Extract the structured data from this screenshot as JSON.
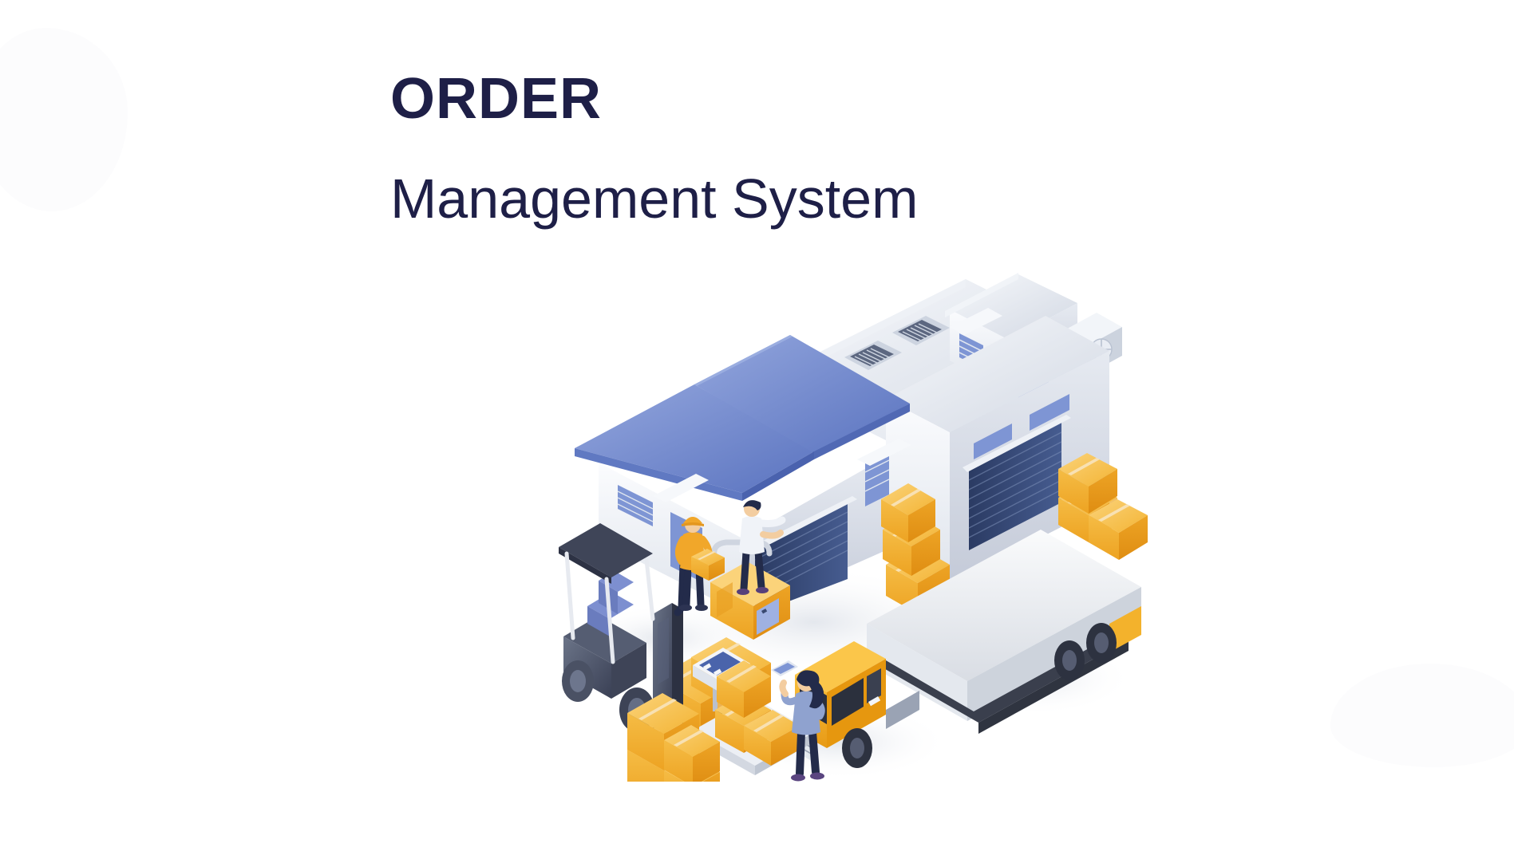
{
  "page": {
    "background_color": "#ffffff",
    "text_color": "#1e1f47"
  },
  "headings": {
    "title": "ORDER",
    "subtitle": "Management System"
  },
  "illustration": {
    "name": "isometric-warehouse-logistics-scene",
    "palette": {
      "roof_blue_light": "#8ba0d9",
      "roof_blue_dark": "#5871be",
      "wall_light": "#f3f5f9",
      "wall_mid": "#d7dce6",
      "wall_shade": "#c3c9d6",
      "door_blue": "#7e95d4",
      "shutter_dark": "#2c3d66",
      "shutter_mid": "#3d5183",
      "box_top": "#f6c košice",
      "box_gold": "#f3b32e",
      "box_orange": "#e9941b",
      "box_tape": "#f7e3bd",
      "truck_cab": "#f6b42b",
      "truck_body": "#eef0f4",
      "forklift_dark": "#4a5164",
      "forklift_blue": "#7d8fd0",
      "person_jacket": "#f1a72a",
      "person_pants": "#222a47",
      "person_shirt": "#eef1f6",
      "person_blouse": "#8fa2cf",
      "shadow": "#eceef2"
    },
    "elements": [
      {
        "name": "warehouse-building",
        "label": "Warehouse building"
      },
      {
        "name": "rooftop-room",
        "label": "Rooftop room"
      },
      {
        "name": "ac-unit",
        "label": "Air conditioning unit"
      },
      {
        "name": "roof-vent-left",
        "label": "Roof vent"
      },
      {
        "name": "roof-vent-right",
        "label": "Roof vent"
      },
      {
        "name": "garage-door-left",
        "label": "Loading bay door"
      },
      {
        "name": "garage-door-right",
        "label": "Loading bay door"
      },
      {
        "name": "side-door",
        "label": "Side door"
      },
      {
        "name": "forklift",
        "label": "Forklift with pallet of boxes"
      },
      {
        "name": "delivery-truck",
        "label": "Delivery truck"
      },
      {
        "name": "weighing-scale",
        "label": "Weighing scale with boxes"
      },
      {
        "name": "worker-hardhat",
        "label": "Worker carrying a box"
      },
      {
        "name": "worker-stacking",
        "label": "Worker stacking boxes"
      },
      {
        "name": "worker-tablet",
        "label": "Worker with tablet"
      },
      {
        "name": "generator",
        "label": "Generator unit"
      },
      {
        "name": "box-stack-right",
        "label": "Stack of cardboard boxes"
      },
      {
        "name": "box-stack-center",
        "label": "Stack of cardboard boxes"
      },
      {
        "name": "box-stack-ground",
        "label": "Stack of cardboard boxes"
      }
    ]
  }
}
